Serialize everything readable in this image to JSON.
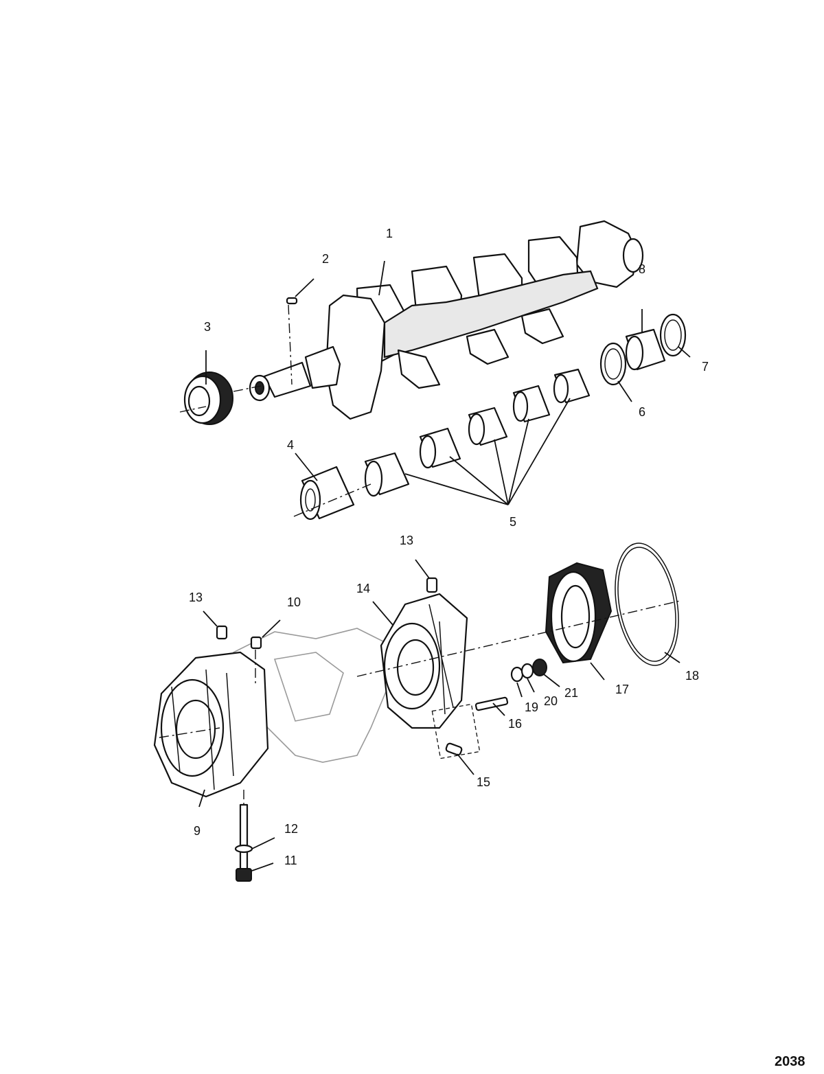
{
  "figure_number": "2038",
  "callouts": {
    "c1": "1",
    "c2": "2",
    "c3": "3",
    "c4": "4",
    "c5": "5",
    "c6": "6",
    "c7": "7",
    "c8": "8",
    "c9": "9",
    "c10": "10",
    "c11": "11",
    "c12": "12",
    "c13a": "13",
    "c13b": "13",
    "c14": "14",
    "c15": "15",
    "c16": "16",
    "c17": "17",
    "c18": "18",
    "c19": "19",
    "c20": "20",
    "c21": "21"
  }
}
